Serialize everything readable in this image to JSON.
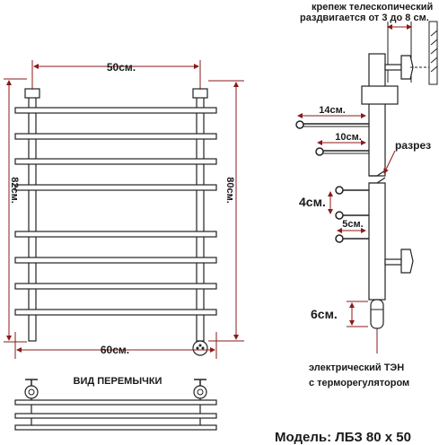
{
  "dimensions": {
    "width_top": "50см.",
    "width_bottom": "60см.",
    "height_left": "82см.",
    "height_right": "80см.",
    "side_14": "14см.",
    "side_10": "10см.",
    "side_4": "4см.",
    "side_5": "5см.",
    "side_6": "6см."
  },
  "labels": {
    "telescopic_line1": "крепеж телескопический",
    "telescopic_line2": "раздвигается от 3 до 8 см.",
    "section": "разрез",
    "jumper_view": "ВИД ПЕРЕМЫЧКИ",
    "heater_line1": "электрический   ТЭН",
    "heater_line2": "с терморегулятором",
    "model": "Модель: ЛБЗ 80 х 50"
  },
  "colors": {
    "dimension_line": "#8b1a1a",
    "outline": "#222222",
    "text": "#1a1a1a"
  }
}
